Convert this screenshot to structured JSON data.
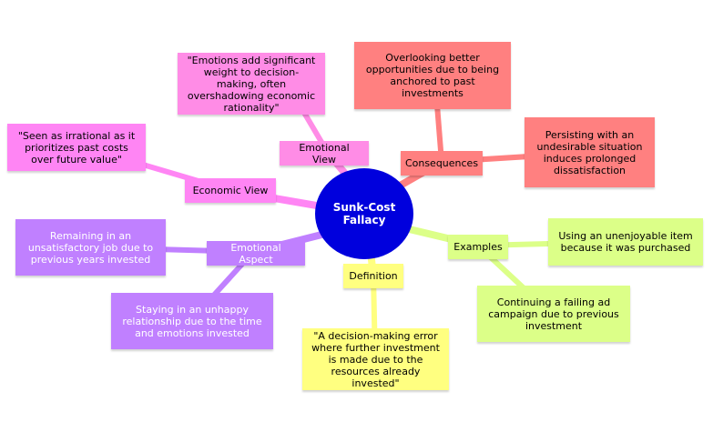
{
  "root": {
    "label": "Sunk-Cost Fallacy",
    "color": "#0000dd"
  },
  "branches": {
    "economic_view": {
      "label": "Economic View",
      "color": "#ff85f4",
      "children": [
        "\"Seen as irrational as it prioritizes past costs over future value\""
      ]
    },
    "emotional_view": {
      "label": "Emotional View",
      "color": "#ff8ce6",
      "children": [
        "\"Emotions add significant weight to decision-making, often overshadowing economic rationality\""
      ]
    },
    "consequences": {
      "label": "Consequences",
      "color": "#ff8080",
      "children": [
        "Overlooking better opportunities due to being anchored to past investments",
        "Persisting with an undesirable situation induces prolonged dissatisfaction"
      ]
    },
    "examples": {
      "label": "Examples",
      "color": "#dcff88",
      "children": [
        "Using an unenjoyable item because it was purchased",
        "Continuing a failing ad campaign due to previous investment"
      ]
    },
    "emotional_aspect": {
      "label": "Emotional Aspect",
      "color": "#c080ff",
      "children": [
        "Remaining in an unsatisfactory job due to previous years invested",
        "Staying in an unhappy relationship due to the time and emotions invested"
      ]
    },
    "definition": {
      "label": "Definition",
      "color": "#ffff80",
      "children": [
        "\"A decision-making error where further investment is made due to the resources already invested\""
      ]
    }
  }
}
